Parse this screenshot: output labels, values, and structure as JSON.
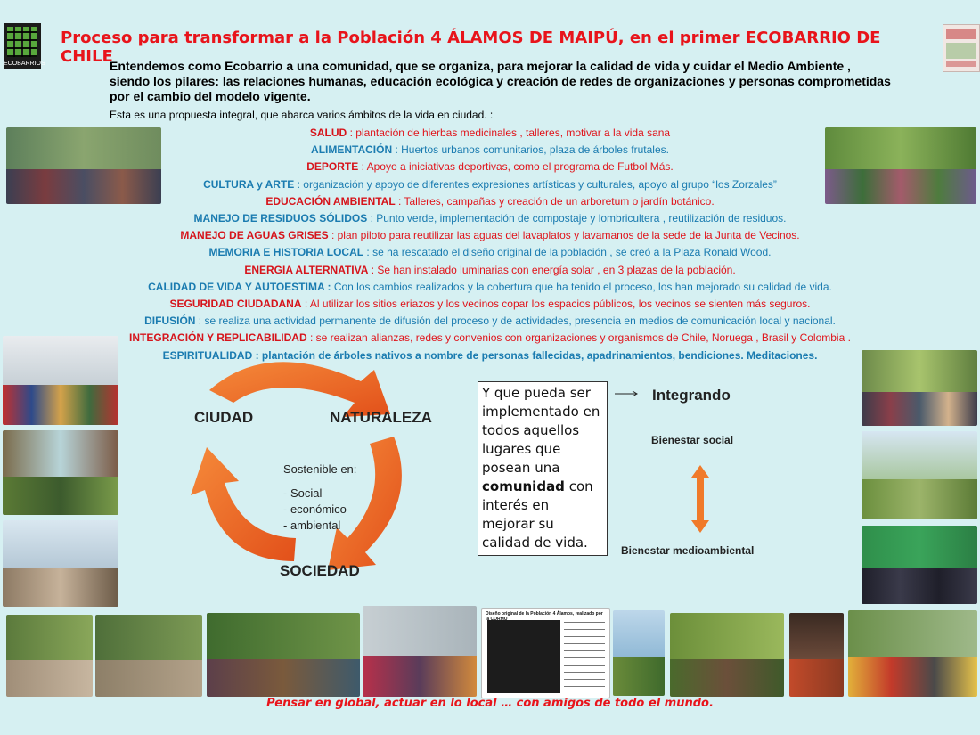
{
  "header": {
    "logo_left_text": "ECOBARRIOS",
    "title": "Proceso para transformar a la Población 4 ÁLAMOS DE MAIPÚ, en el primer ECOBARRIO DE CHILE"
  },
  "intro": {
    "paragraph": "Entendemos como Ecobarrio a una comunidad, que se organiza, para mejorar la calidad de vida y cuidar el Medio Ambiente , siendo los pilares: las relaciones humanas, educación ecológica y creación de redes de organizaciones y personas comprometidas por el cambio del modelo vigente.",
    "sub": "Esta es una propuesta integral, que abarca varios ámbitos de la vida en ciudad. :"
  },
  "areas": [
    {
      "head": "SALUD",
      "text": " : plantación de hierbas medicinales , talleres, motivar a la vida sana",
      "head_color": "red",
      "text_color": "red"
    },
    {
      "head": "ALIMENTACIÓN",
      "text": " : Huertos urbanos comunitarios, plaza de árboles frutales.",
      "head_color": "blue",
      "text_color": "blue"
    },
    {
      "head": "DEPORTE",
      "text": " : Apoyo a iniciativas deportivas, como el programa de Futbol Más.",
      "head_color": "red",
      "text_color": "red"
    },
    {
      "head": "CULTURA y ARTE",
      "text": " : organización y apoyo de diferentes expresiones artísticas y culturales, apoyo al grupo “los Zorzales”",
      "head_color": "blue",
      "text_color": "blue"
    },
    {
      "head": "EDUCACIÓN AMBIENTAL",
      "text": " : Talleres, campañas y creación de un arboretum o jardín botánico.",
      "head_color": "red",
      "text_color": "red"
    },
    {
      "head": "MANEJO DE RESIDUOS SÓLIDOS",
      "text": " : Punto verde, implementación de compostaje y lombricultera , reutilización de residuos.",
      "head_color": "blue",
      "text_color": "blue"
    },
    {
      "head": "MANEJO DE AGUAS GRISES",
      "text": " : plan piloto para reutilizar las aguas del lavaplatos y lavamanos de la sede de la Junta de Vecinos.",
      "head_color": "red",
      "text_color": "red"
    },
    {
      "head": "MEMORIA E HISTORIA LOCAL",
      "text": " : se ha rescatado el diseño original de la población , se creó a la Plaza Ronald Wood.",
      "head_color": "blue",
      "text_color": "blue"
    },
    {
      "head": "ENERGIA ALTERNATIVA",
      "text": " : Se han instalado luminarias con energía solar , en 3 plazas de la población.",
      "head_color": "red",
      "text_color": "red"
    },
    {
      "head": "CALIDAD DE VIDA Y AUTOESTIMA :",
      "text": " Con los cambios realizados y la cobertura que ha tenido el proceso, los han mejorado su calidad de vida.",
      "head_color": "blue",
      "text_color": "blue"
    },
    {
      "head": "SEGURIDAD CIUDADANA",
      "text": " : Al utilizar los sitios eriazos y los vecinos copar los espacios públicos, los vecinos se sienten más seguros.",
      "head_color": "red",
      "text_color": "red"
    },
    {
      "head": "DIFUSIÓN",
      "text": " : se realiza una actividad permanente de difusión del proceso y de actividades, presencia en medios de comunicación local y nacional.",
      "head_color": "blue",
      "text_color": "blue"
    },
    {
      "head": "INTEGRACIÓN Y REPLICABILIDAD",
      "text": " : se realizan alianzas, redes y convenios con organizaciones y organismos de Chile, Noruega , Brasil y Colombia .",
      "head_color": "red",
      "text_color": "red"
    },
    {
      "head": "ESPIRITUALIDAD :",
      "text": " plantación de árboles nativos a nombre de personas fallecidas, apadrinamientos, bendiciones. Meditaciones.",
      "head_color": "blue",
      "text_color": "blue",
      "bold_all": true
    }
  ],
  "cycle": {
    "ciudad": "CIUDAD",
    "naturaleza": "NATURALEZA",
    "sociedad": "SOCIEDAD",
    "sostenible_title": "Sostenible en:",
    "sostenible_items": [
      "- Social",
      "- económico",
      "- ambiental"
    ]
  },
  "box": {
    "before": "Y que pueda ser implementado en todos aquellos lugares que posean una ",
    "bold": "comunidad",
    "after": " con interés en mejorar su calidad de vida."
  },
  "integrando": {
    "title": "Integrando",
    "social": "Bienestar social",
    "medio": "Bienestar medioambiental"
  },
  "thumbnail_doc": {
    "title": "Diseño original de la Población 4 Álamos, realizado por la CORMU"
  },
  "footer": "Pensar en global, actuar en lo local … con amigos de todo el mundo.",
  "colors": {
    "background": "#d6f0f2",
    "red": "#e0141b",
    "blue": "#1a7bb0",
    "arrow": "#f06a1c"
  }
}
